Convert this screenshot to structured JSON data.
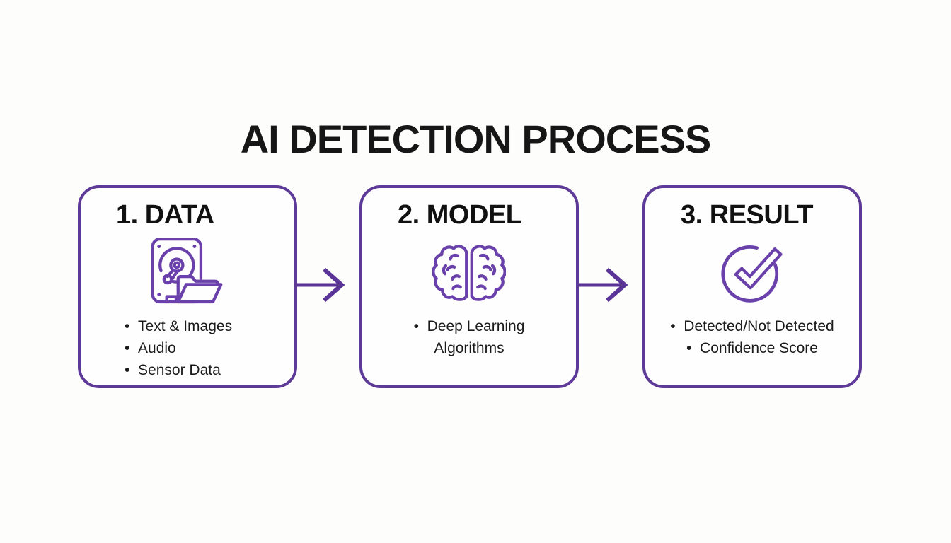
{
  "title": "AI DETECTION PROCESS",
  "colors": {
    "box_border_purple": "#5d3a98",
    "icon_purple": "#6a41ab",
    "arrow_purple": "#5a3597",
    "text_black": "#1b1b1b",
    "background": "#fdfdfc"
  },
  "steps": [
    {
      "heading": "1. DATA",
      "icon": "hard-drive-folder-icon",
      "bullets": [
        "Text & Images",
        "Audio",
        "Sensor Data"
      ]
    },
    {
      "heading": "2. MODEL",
      "icon": "brain-icon",
      "bullets": [
        "Deep Learning Algorithms"
      ]
    },
    {
      "heading": "3. RESULT",
      "icon": "check-circle-icon",
      "bullets": [
        "Detected/Not Detected",
        "Confidence Score"
      ]
    }
  ],
  "arrows": [
    "step1-to-step2",
    "step2-to-step3"
  ]
}
